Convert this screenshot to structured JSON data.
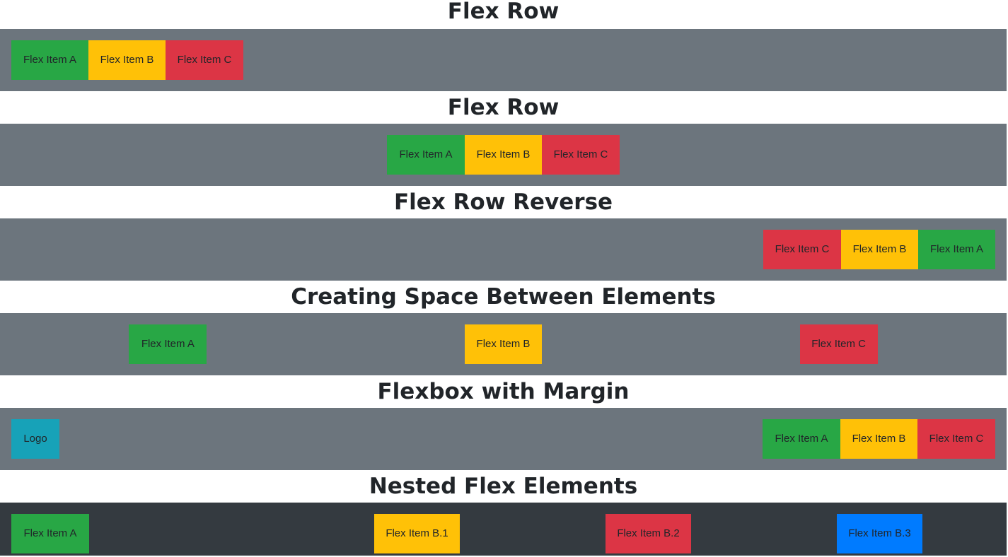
{
  "sections": [
    {
      "title": "Flex Row",
      "items": [
        "Flex Item A",
        "Flex Item B",
        "Flex Item C"
      ]
    },
    {
      "title": "Flex Row",
      "items": [
        "Flex Item A",
        "Flex Item B",
        "Flex Item C"
      ]
    },
    {
      "title": "Flex Row Reverse",
      "items": [
        "Flex Item C",
        "Flex Item B",
        "Flex Item A"
      ]
    },
    {
      "title": "Creating Space Between Elements",
      "items": [
        "Flex Item A",
        "Flex Item B",
        "Flex Item C"
      ]
    },
    {
      "title": "Flexbox with Margin",
      "logo": "Logo",
      "items": [
        "Flex Item A",
        "Flex Item B",
        "Flex Item C"
      ]
    },
    {
      "title": "Nested Flex Elements",
      "item_a": "Flex Item A",
      "nested_items": [
        "Flex Item B.1",
        "Flex Item B.2",
        "Flex Item B.3"
      ]
    }
  ],
  "colors": {
    "band": "#6c757d",
    "band_dark": "#343a40",
    "green": "#28a745",
    "yellow": "#ffc107",
    "red": "#dc3545",
    "teal": "#17a2b8",
    "blue": "#007bff"
  }
}
